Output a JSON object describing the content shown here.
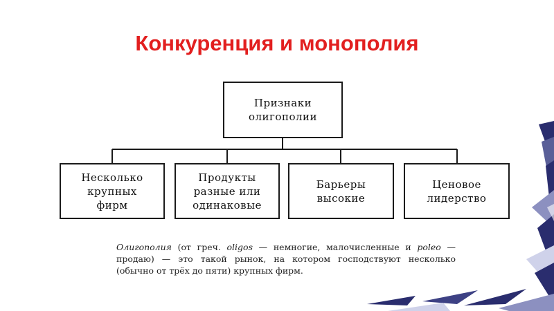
{
  "slide": {
    "title": "Конкуренция и монополия"
  },
  "diagram": {
    "root": "Признаки\nолигополии",
    "children": [
      "Несколько\nкрупных\nфирм",
      "Продукты\nразные или\nодинаковые",
      "Барьеры\nвысокие",
      "Ценовое\nлидерство"
    ]
  },
  "definition": {
    "term": "Олигополия",
    "part1": " (от греч. ",
    "word1": "oligos",
    "part2": " — немногие, малочисленные и ",
    "word2": "poleo",
    "part3": " — продаю) — это такой рынок, на котором господствуют несколько (обычно от трёх до пяти) крупных фирм."
  },
  "colors": {
    "title": "#e21f1f",
    "accent_dark": "#2a2d6e",
    "accent_light": "#cfd2ea"
  }
}
